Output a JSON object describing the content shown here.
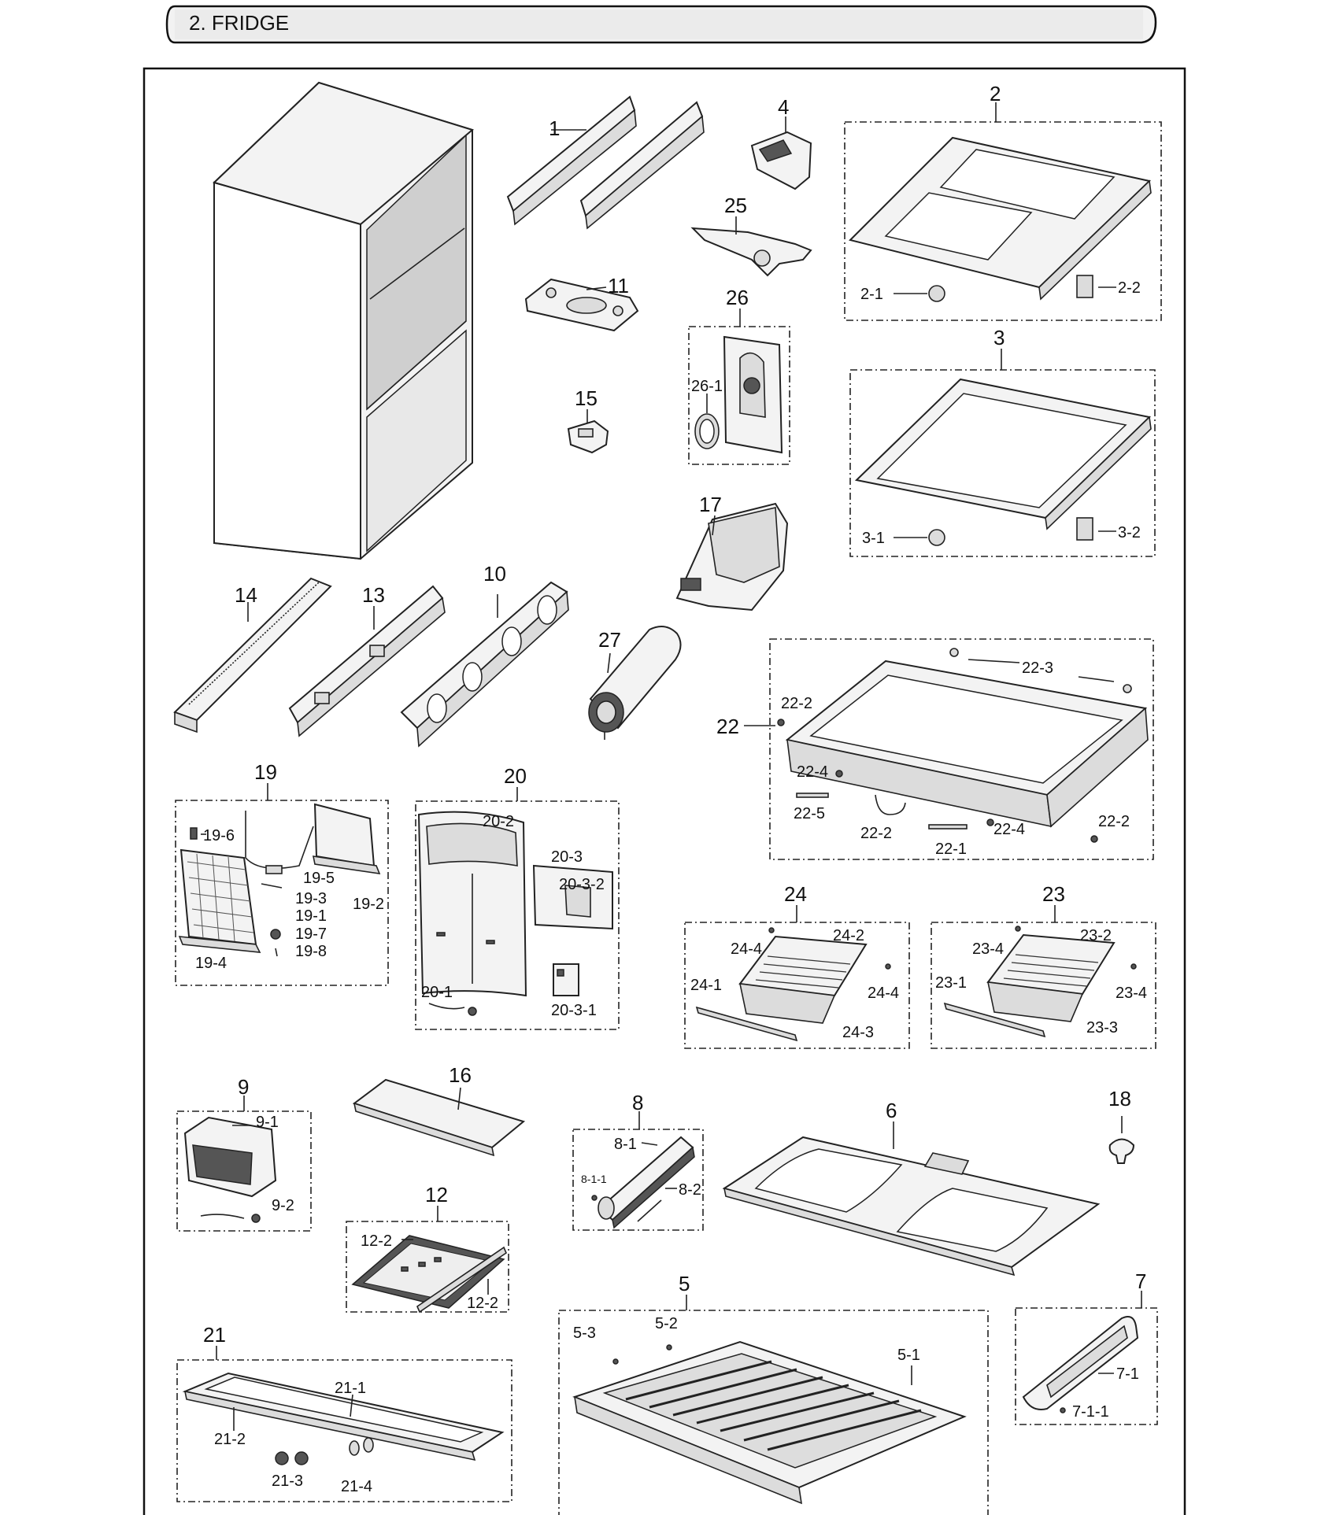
{
  "header": {
    "title": "2. FRIDGE"
  },
  "callouts": {
    "p1": "1",
    "p2": "2",
    "p2_1": "2-1",
    "p2_2": "2-2",
    "p3": "3",
    "p3_1": "3-1",
    "p3_2": "3-2",
    "p4": "4",
    "p5": "5",
    "p5_1": "5-1",
    "p5_2": "5-2",
    "p5_3": "5-3",
    "p6": "6",
    "p7": "7",
    "p7_1": "7-1",
    "p7_1_1": "7-1-1",
    "p8": "8",
    "p8_1": "8-1",
    "p8_1_1": "8-1-1",
    "p8_2": "8-2",
    "p9": "9",
    "p9_1": "9-1",
    "p9_2": "9-2",
    "p10": "10",
    "p11": "11",
    "p12": "12",
    "p12_2a": "12-2",
    "p12_2b": "12-2",
    "p13": "13",
    "p14": "14",
    "p15": "15",
    "p16": "16",
    "p17": "17",
    "p18": "18",
    "p19": "19",
    "p19_1": "19-1",
    "p19_2": "19-2",
    "p19_3": "19-3",
    "p19_4": "19-4",
    "p19_5": "19-5",
    "p19_6": "19-6",
    "p19_7": "19-7",
    "p19_8": "19-8",
    "p20": "20",
    "p20_1": "20-1",
    "p20_2": "20-2",
    "p20_3": "20-3",
    "p20_3_1": "20-3-1",
    "p20_3_2": "20-3-2",
    "p21": "21",
    "p21_1": "21-1",
    "p21_2": "21-2",
    "p21_3": "21-3",
    "p21_4": "21-4",
    "p22": "22",
    "p22_1": "22-1",
    "p22_2a": "22-2",
    "p22_2b": "22-2",
    "p22_2c": "22-2",
    "p22_3": "22-3",
    "p22_4a": "22-4",
    "p22_4b": "22-4",
    "p22_5": "22-5",
    "p23": "23",
    "p23_1": "23-1",
    "p23_2": "23-2",
    "p23_3": "23-3",
    "p23_4a": "23-4",
    "p23_4b": "23-4",
    "p24": "24",
    "p24_1": "24-1",
    "p24_2": "24-2",
    "p24_3": "24-3",
    "p24_4a": "24-4",
    "p24_4b": "24-4",
    "p25": "25",
    "p26": "26",
    "p26_1": "26-1",
    "p27": "27"
  }
}
